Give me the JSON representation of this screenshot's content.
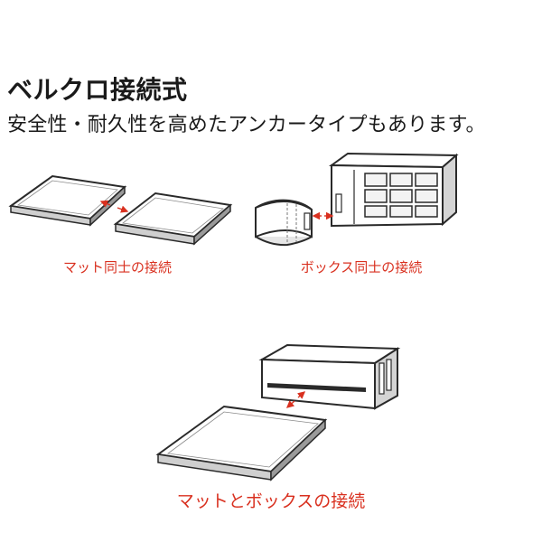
{
  "heading": {
    "title": "ベルクロ接続式",
    "subtitle": "安全性・耐久性を高めたアンカータイプもあります。"
  },
  "captions": {
    "mat_to_mat": "マット同士の接続",
    "box_to_box": "ボックス同士の接続",
    "mat_to_box": "マットとボックスの接続"
  },
  "colors": {
    "accent": "#d9301f",
    "text": "#1a1a1a",
    "line": "#2a2a2a"
  }
}
